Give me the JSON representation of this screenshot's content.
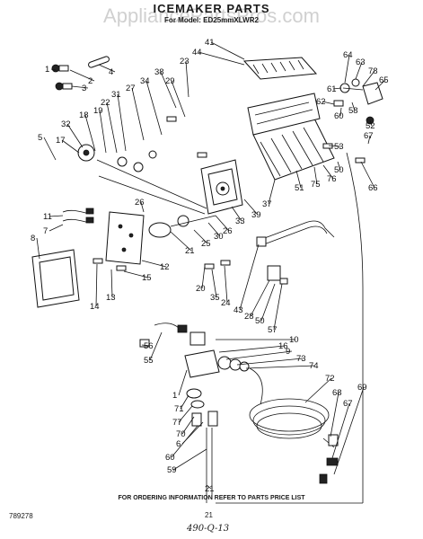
{
  "header": {
    "title": "ICEMAKER PARTS",
    "subtitle": "For Model: ED25mmXLWR2",
    "watermark": "AppliancePartsPros.com"
  },
  "footer": {
    "ordering_note": "FOR ORDERING INFORMATION REFER TO PARTS PRICE LIST",
    "doc_number": "789278",
    "page_number": "21",
    "handwritten_note": "490-Q-13"
  },
  "callouts": [
    {
      "id": "c41",
      "label": "41"
    },
    {
      "id": "c44",
      "label": "44"
    },
    {
      "id": "c23",
      "label": "23"
    },
    {
      "id": "c38",
      "label": "38"
    },
    {
      "id": "c29",
      "label": "29"
    },
    {
      "id": "c34",
      "label": "34"
    },
    {
      "id": "c27",
      "label": "27"
    },
    {
      "id": "c31",
      "label": "31"
    },
    {
      "id": "c22",
      "label": "22"
    },
    {
      "id": "c19",
      "label": "19"
    },
    {
      "id": "c18",
      "label": "18"
    },
    {
      "id": "c32",
      "label": "32"
    },
    {
      "id": "c17",
      "label": "17"
    },
    {
      "id": "c5",
      "label": "5"
    },
    {
      "id": "c1t",
      "label": "1"
    },
    {
      "id": "c4",
      "label": "4"
    },
    {
      "id": "c2",
      "label": "2"
    },
    {
      "id": "c3",
      "label": "3"
    },
    {
      "id": "c64",
      "label": "64"
    },
    {
      "id": "c63",
      "label": "63"
    },
    {
      "id": "c78",
      "label": "78"
    },
    {
      "id": "c65",
      "label": "65"
    },
    {
      "id": "c61",
      "label": "61"
    },
    {
      "id": "c62",
      "label": "62"
    },
    {
      "id": "c60t",
      "label": "60"
    },
    {
      "id": "c58",
      "label": "58"
    },
    {
      "id": "c52",
      "label": "52"
    },
    {
      "id": "c67t",
      "label": "67"
    },
    {
      "id": "c53",
      "label": "53"
    },
    {
      "id": "c50t",
      "label": "50"
    },
    {
      "id": "c76",
      "label": "76"
    },
    {
      "id": "c75",
      "label": "75"
    },
    {
      "id": "c51",
      "label": "51"
    },
    {
      "id": "c66",
      "label": "66"
    },
    {
      "id": "c37",
      "label": "37"
    },
    {
      "id": "c39",
      "label": "39"
    },
    {
      "id": "c33",
      "label": "33"
    },
    {
      "id": "c26a",
      "label": "26"
    },
    {
      "id": "c26b",
      "label": "26"
    },
    {
      "id": "c30",
      "label": "30"
    },
    {
      "id": "c25",
      "label": "25"
    },
    {
      "id": "c21",
      "label": "21"
    },
    {
      "id": "c11",
      "label": "11"
    },
    {
      "id": "c7",
      "label": "7"
    },
    {
      "id": "c8",
      "label": "8"
    },
    {
      "id": "c12",
      "label": "12"
    },
    {
      "id": "c15",
      "label": "15"
    },
    {
      "id": "c14",
      "label": "14"
    },
    {
      "id": "c13",
      "label": "13"
    },
    {
      "id": "c20",
      "label": "20"
    },
    {
      "id": "c35",
      "label": "35"
    },
    {
      "id": "c24",
      "label": "24"
    },
    {
      "id": "c43",
      "label": "43"
    },
    {
      "id": "c28",
      "label": "28"
    },
    {
      "id": "c50b",
      "label": "50"
    },
    {
      "id": "c57",
      "label": "57"
    },
    {
      "id": "c10",
      "label": "10"
    },
    {
      "id": "c16",
      "label": "16"
    },
    {
      "id": "c9",
      "label": "9"
    },
    {
      "id": "c73",
      "label": "73"
    },
    {
      "id": "c74",
      "label": "74"
    },
    {
      "id": "c72",
      "label": "72"
    },
    {
      "id": "c68",
      "label": "68"
    },
    {
      "id": "c67b",
      "label": "67"
    },
    {
      "id": "c69",
      "label": "69"
    },
    {
      "id": "c56",
      "label": "56"
    },
    {
      "id": "c55",
      "label": "55"
    },
    {
      "id": "c1b",
      "label": "1"
    },
    {
      "id": "c71",
      "label": "71"
    },
    {
      "id": "c77",
      "label": "77"
    },
    {
      "id": "c70",
      "label": "70"
    },
    {
      "id": "c6",
      "label": "6"
    },
    {
      "id": "c60b",
      "label": "60"
    },
    {
      "id": "c59",
      "label": "59"
    },
    {
      "id": "c21b",
      "label": "21"
    }
  ]
}
